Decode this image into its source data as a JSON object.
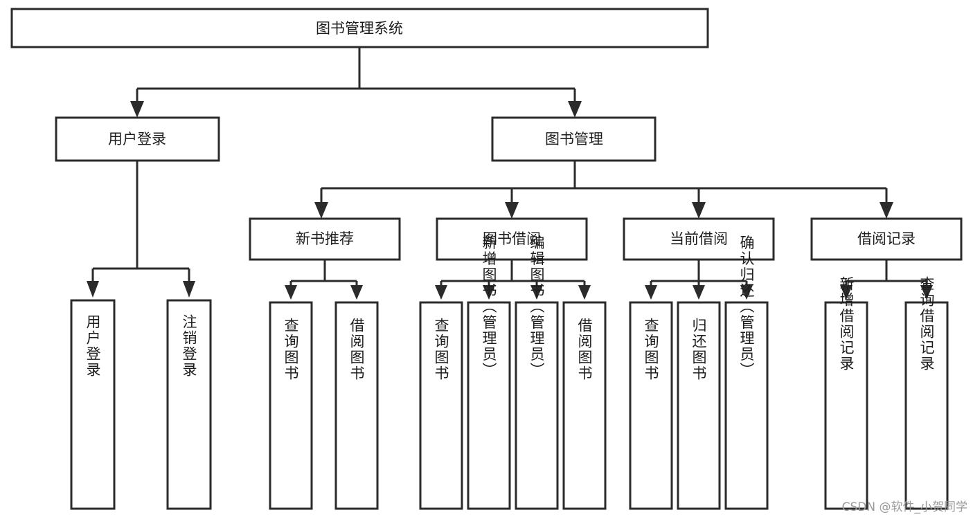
{
  "diagram": {
    "title": "图书管理系统",
    "type": "tree",
    "watermark": "CSDN @软件_小贺同学",
    "colors": {
      "stroke": "#2b2b2b",
      "fill": "#ffffff",
      "text": "#1d1d1d",
      "watermark": "#9a9a9a",
      "background": "#ffffff"
    },
    "levels": [
      {
        "level": 1,
        "nodes": [
          {
            "id": "root",
            "label": "图书管理系统",
            "orientation": "horizontal"
          }
        ]
      },
      {
        "level": 2,
        "nodes": [
          {
            "id": "user-login",
            "label": "用户登录",
            "orientation": "horizontal",
            "parent": "root"
          },
          {
            "id": "book-manage",
            "label": "图书管理",
            "orientation": "horizontal",
            "parent": "root"
          }
        ]
      },
      {
        "level": 3,
        "nodes": [
          {
            "id": "new-book-rec",
            "label": "新书推荐",
            "orientation": "horizontal",
            "parent": "book-manage"
          },
          {
            "id": "book-borrow",
            "label": "图书借阅",
            "orientation": "horizontal",
            "parent": "book-manage"
          },
          {
            "id": "current-borrow",
            "label": "当前借阅",
            "orientation": "horizontal",
            "parent": "book-manage"
          },
          {
            "id": "borrow-record",
            "label": "借阅记录",
            "orientation": "horizontal",
            "parent": "book-manage"
          }
        ]
      },
      {
        "level": 4,
        "nodes": [
          {
            "id": "leaf-user-login",
            "label": "用户登录",
            "orientation": "vertical",
            "parent": "user-login"
          },
          {
            "id": "leaf-logout-login",
            "label": "注销登录",
            "orientation": "vertical",
            "parent": "user-login"
          },
          {
            "id": "leaf-query-book-1",
            "label": "查询图书",
            "orientation": "vertical",
            "parent": "new-book-rec"
          },
          {
            "id": "leaf-borrow-book-1",
            "label": "借阅图书",
            "orientation": "vertical",
            "parent": "new-book-rec"
          },
          {
            "id": "leaf-query-book-2",
            "label": "查询图书",
            "orientation": "vertical",
            "parent": "book-borrow"
          },
          {
            "id": "leaf-add-book",
            "label": "新增图书（管理员）",
            "orientation": "vertical",
            "parent": "book-borrow"
          },
          {
            "id": "leaf-edit-book",
            "label": "编辑图书（管理员）",
            "orientation": "vertical",
            "parent": "book-borrow"
          },
          {
            "id": "leaf-borrow-book-2",
            "label": "借阅图书",
            "orientation": "vertical",
            "parent": "book-borrow"
          },
          {
            "id": "leaf-query-book-3",
            "label": "查询图书",
            "orientation": "vertical",
            "parent": "current-borrow"
          },
          {
            "id": "leaf-return-book",
            "label": "归还图书",
            "orientation": "vertical",
            "parent": "current-borrow"
          },
          {
            "id": "leaf-confirm-return",
            "label": "确认归还（管理员）",
            "orientation": "vertical",
            "parent": "current-borrow"
          },
          {
            "id": "leaf-add-record",
            "label": "新增借阅记录",
            "orientation": "vertical",
            "parent": "borrow-record"
          },
          {
            "id": "leaf-query-record",
            "label": "查询借阅记录",
            "orientation": "vertical",
            "parent": "borrow-record"
          }
        ]
      }
    ]
  }
}
